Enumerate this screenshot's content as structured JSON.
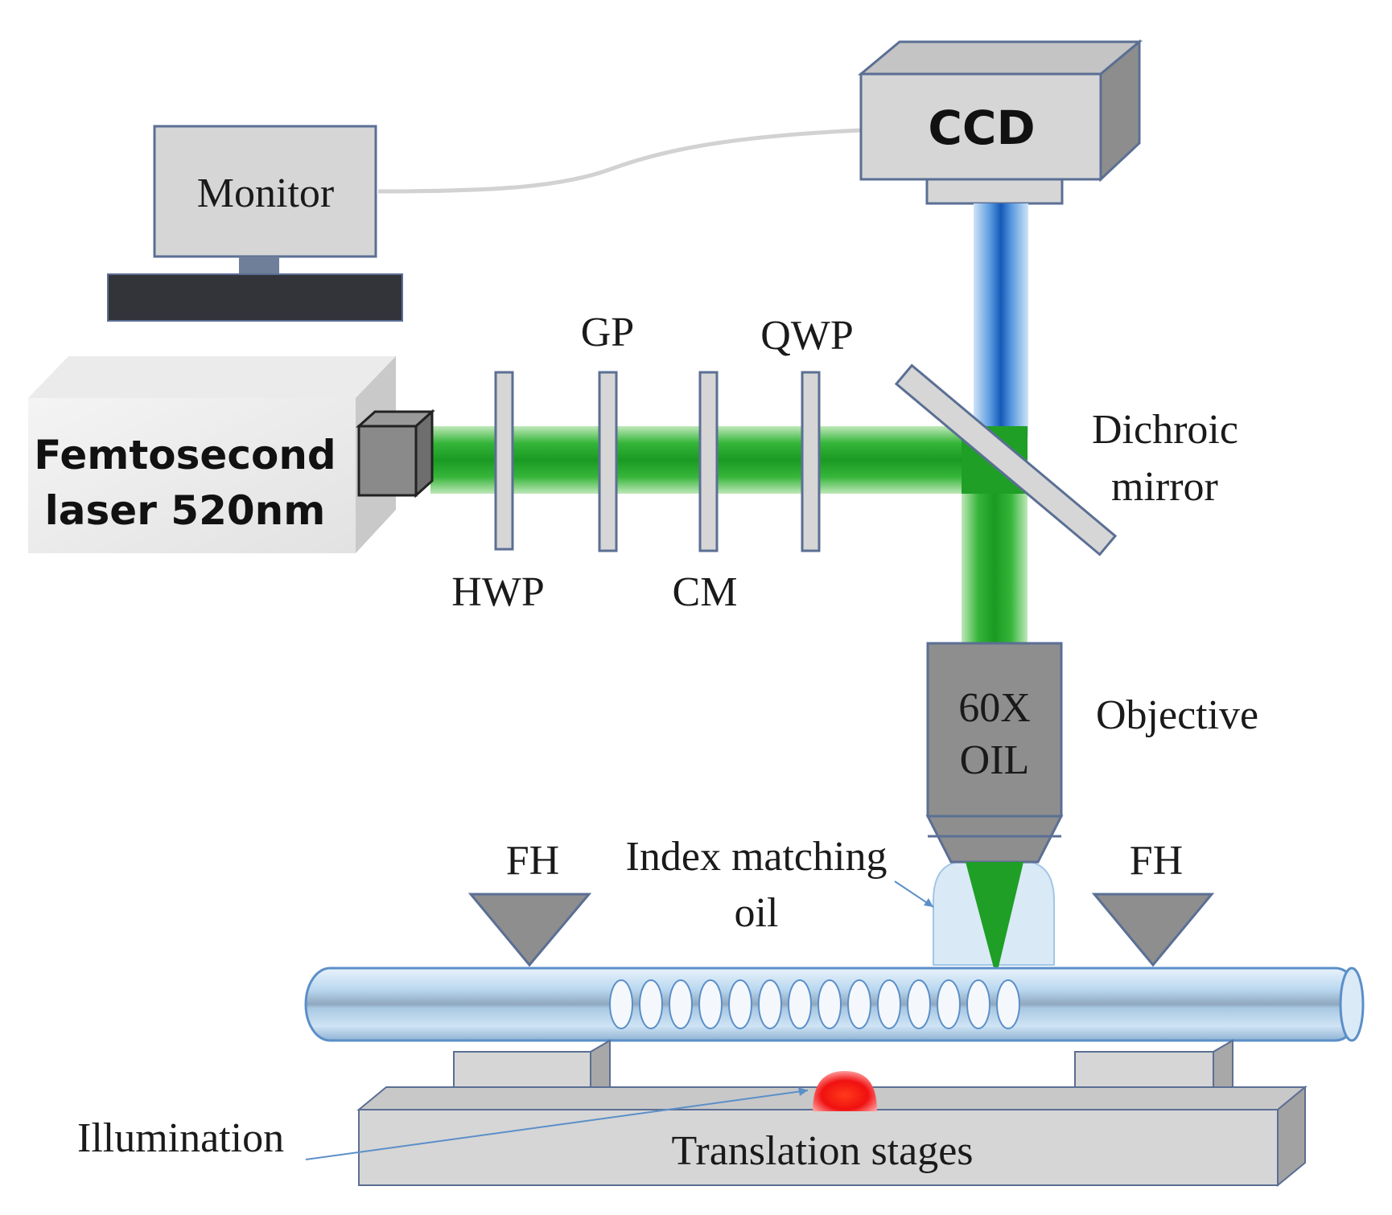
{
  "labels": {
    "monitor": "Monitor",
    "ccd": "CCD",
    "laser_line1": "Femtosecond",
    "laser_line2": "laser 520nm",
    "gp": "GP",
    "qwp": "QWP",
    "hwp": "HWP",
    "cm": "CM",
    "dichroic_line1": "Dichroic",
    "dichroic_line2": "mirror",
    "objective_line1": "60X",
    "objective_line2": "OIL",
    "objective": "Objective",
    "fh_left": "FH",
    "fh_right": "FH",
    "oil_line1": "Index matching",
    "oil_line2": "oil",
    "illumination": "Illumination",
    "stages": "Translation stages"
  },
  "colors": {
    "laser_beam": "#22b02a",
    "imaging_beam": "#1f6fd1",
    "component_fill": "#d6d6d6",
    "component_outline": "#5b6f94",
    "fiber": "#bcd8ee",
    "illumination": "#ff1a1a"
  }
}
